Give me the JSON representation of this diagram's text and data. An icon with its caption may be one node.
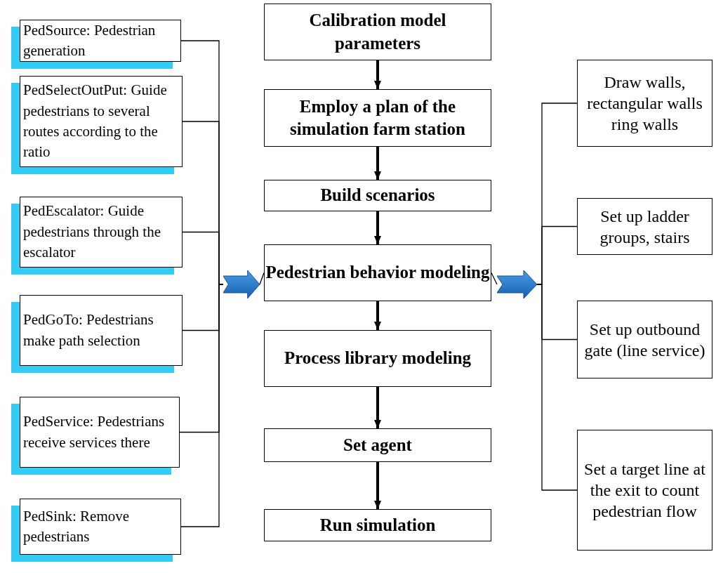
{
  "diagram": {
    "nodes": [
      {
        "text": [
          "PedSource: Pedestrian generation"
        ]
      },
      {
        "text": [
          "PedSelectOutPut: Guide pedestrians to several routes according to the ratio"
        ]
      },
      {
        "text": [
          "PedEscalator: Guide pedestrians through the escalator"
        ]
      },
      {
        "text": [
          "PedGoTo: Pedestrians make path selection"
        ]
      },
      {
        "text": [
          "PedService: Pedestrians receive services there"
        ]
      },
      {
        "text": [
          "PedSink: Remove pedestrians"
        ]
      },
      {
        "text": [
          "Calibration model parameters"
        ]
      },
      {
        "text": [
          "Employ a plan of the simulation farm station"
        ]
      },
      {
        "text": [
          "Build scenarios"
        ]
      },
      {
        "text": [
          "Pedestrian behavior modeling"
        ]
      },
      {
        "text": [
          "Process library modeling"
        ]
      },
      {
        "text": [
          "Set agent"
        ]
      },
      {
        "text": [
          "Run simulation"
        ]
      },
      {
        "text": [
          "Draw walls, rectangular walls ring walls"
        ]
      },
      {
        "text": [
          "Set up ladder groups, stairs"
        ]
      },
      {
        "text": [
          "Set up outbound gate (line service)"
        ]
      },
      {
        "text": [
          "Set a target line at the exit to count pedestrian flow"
        ]
      },
      {
        "text": [],
        "shape": "arrow"
      },
      {
        "text": [],
        "shape": "arrow"
      }
    ],
    "edges": [
      {
        "from": 0,
        "to": 17,
        "arrow": "none"
      },
      {
        "from": 1,
        "to": 17,
        "arrow": "none"
      },
      {
        "from": 2,
        "to": 17,
        "arrow": "none"
      },
      {
        "from": 3,
        "to": 17,
        "arrow": "none"
      },
      {
        "from": 4,
        "to": 17,
        "arrow": "none"
      },
      {
        "from": 5,
        "to": 17,
        "arrow": "none"
      },
      {
        "from": 17,
        "to": 9,
        "arrow": "none"
      },
      {
        "from": 6,
        "to": 7,
        "arrow": "to",
        "style": "thick"
      },
      {
        "from": 7,
        "to": 8,
        "arrow": "to",
        "style": "thick"
      },
      {
        "from": 8,
        "to": 9,
        "arrow": "to",
        "style": "thick"
      },
      {
        "from": 9,
        "to": 10,
        "arrow": "to",
        "style": "thick"
      },
      {
        "from": 10,
        "to": 11,
        "arrow": "to",
        "style": "thick"
      },
      {
        "from": 11,
        "to": 12,
        "arrow": "to",
        "style": "thick"
      },
      {
        "from": 9,
        "to": 18,
        "arrow": "none"
      },
      {
        "from": 18,
        "to": 13,
        "arrow": "none"
      },
      {
        "from": 18,
        "to": 14,
        "arrow": "none"
      },
      {
        "from": 18,
        "to": 15,
        "arrow": "none"
      },
      {
        "from": 18,
        "to": 16,
        "arrow": "none"
      }
    ]
  }
}
